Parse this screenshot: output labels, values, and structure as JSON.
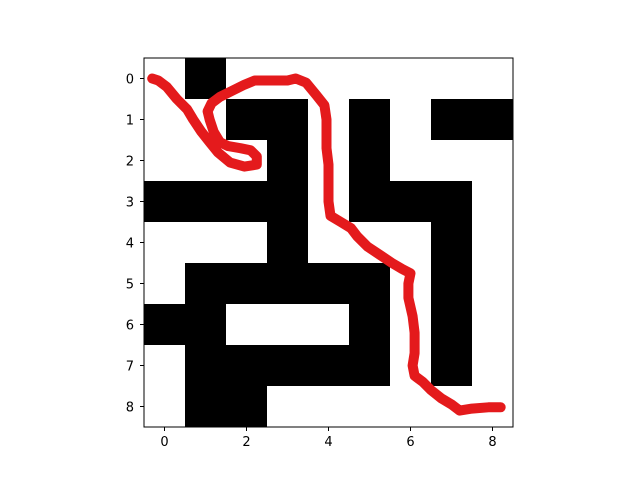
{
  "colors": {
    "wall": "#000000",
    "open": "#ffffff",
    "path": "#e41a1c",
    "axis": "#000000"
  },
  "maze": {
    "rows": 9,
    "cols": 9,
    "grid": [
      [
        0,
        1,
        0,
        0,
        0,
        0,
        0,
        0,
        0
      ],
      [
        0,
        0,
        1,
        1,
        0,
        1,
        0,
        1,
        1
      ],
      [
        0,
        0,
        0,
        1,
        0,
        1,
        0,
        0,
        0
      ],
      [
        1,
        1,
        1,
        1,
        0,
        1,
        1,
        1,
        0
      ],
      [
        0,
        0,
        0,
        1,
        0,
        0,
        0,
        1,
        0
      ],
      [
        0,
        1,
        1,
        1,
        1,
        1,
        0,
        1,
        0
      ],
      [
        1,
        1,
        0,
        0,
        0,
        1,
        0,
        1,
        0
      ],
      [
        0,
        1,
        1,
        1,
        1,
        1,
        0,
        1,
        0
      ],
      [
        0,
        1,
        1,
        0,
        0,
        0,
        0,
        0,
        0
      ]
    ]
  },
  "path": {
    "points": [
      [
        -0.3,
        0.0
      ],
      [
        -0.15,
        0.05
      ],
      [
        0.05,
        0.2
      ],
      [
        0.3,
        0.5
      ],
      [
        0.55,
        0.75
      ],
      [
        0.7,
        1.0
      ],
      [
        0.9,
        1.3
      ],
      [
        1.1,
        1.55
      ],
      [
        1.3,
        1.8
      ],
      [
        1.6,
        2.05
      ],
      [
        1.95,
        2.15
      ],
      [
        2.25,
        2.1
      ],
      [
        2.25,
        1.9
      ],
      [
        2.1,
        1.75
      ],
      [
        1.85,
        1.7
      ],
      [
        1.55,
        1.65
      ],
      [
        1.35,
        1.55
      ],
      [
        1.2,
        1.3
      ],
      [
        1.1,
        1.0
      ],
      [
        1.05,
        0.8
      ],
      [
        1.15,
        0.6
      ],
      [
        1.35,
        0.45
      ],
      [
        1.65,
        0.3
      ],
      [
        1.95,
        0.15
      ],
      [
        2.2,
        0.05
      ],
      [
        2.6,
        0.05
      ],
      [
        3.0,
        0.05
      ],
      [
        3.2,
        0.0
      ],
      [
        3.45,
        0.1
      ],
      [
        3.7,
        0.4
      ],
      [
        3.9,
        0.65
      ],
      [
        3.95,
        1.0
      ],
      [
        3.95,
        1.3
      ],
      [
        3.95,
        1.7
      ],
      [
        4.0,
        2.1
      ],
      [
        4.0,
        2.55
      ],
      [
        4.0,
        3.0
      ],
      [
        4.05,
        3.35
      ],
      [
        4.3,
        3.5
      ],
      [
        4.55,
        3.65
      ],
      [
        4.7,
        3.85
      ],
      [
        4.95,
        4.1
      ],
      [
        5.25,
        4.3
      ],
      [
        5.55,
        4.5
      ],
      [
        5.8,
        4.65
      ],
      [
        6.0,
        4.75
      ],
      [
        5.95,
        5.0
      ],
      [
        5.95,
        5.35
      ],
      [
        6.05,
        5.8
      ],
      [
        6.1,
        6.2
      ],
      [
        6.1,
        6.7
      ],
      [
        6.05,
        7.0
      ],
      [
        6.1,
        7.25
      ],
      [
        6.3,
        7.4
      ],
      [
        6.5,
        7.6
      ],
      [
        6.75,
        7.8
      ],
      [
        7.0,
        7.95
      ],
      [
        7.2,
        8.1
      ],
      [
        7.5,
        8.05
      ],
      [
        7.9,
        8.02
      ],
      [
        8.2,
        8.02
      ]
    ]
  },
  "axes": {
    "x_ticks": [
      "0",
      "2",
      "4",
      "6",
      "8"
    ],
    "y_ticks": [
      "0",
      "1",
      "2",
      "3",
      "4",
      "5",
      "6",
      "7",
      "8"
    ]
  }
}
